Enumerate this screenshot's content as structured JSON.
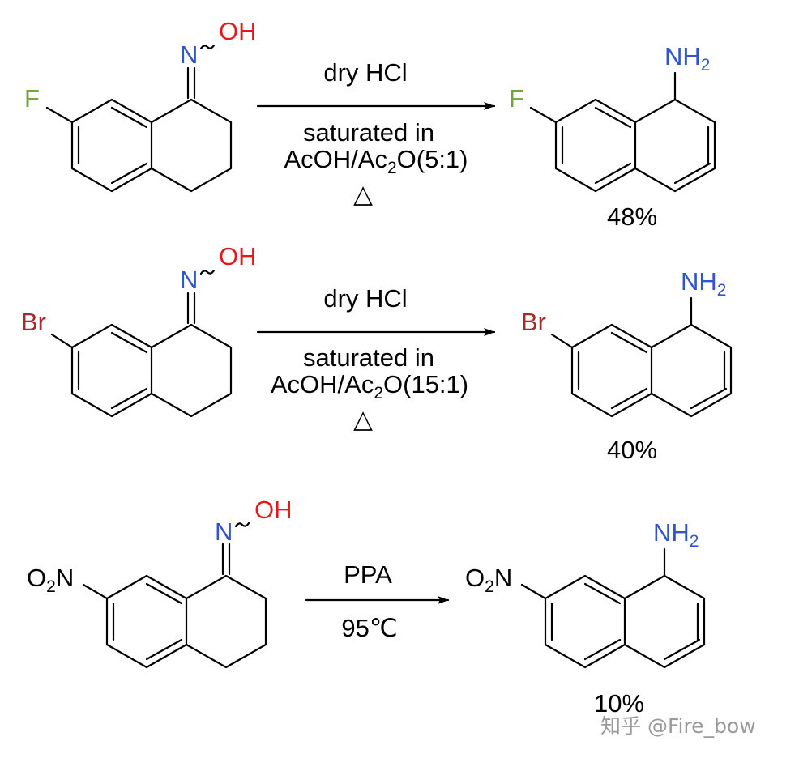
{
  "colors": {
    "fluorine": "#6fa63a",
    "bromine": "#a52a2a",
    "nitrogen": "#3355cc",
    "oxygen": "#e31a1c",
    "bond": "#000000",
    "watermark": "#9a9a9a"
  },
  "reactions": [
    {
      "substituent": "F",
      "reagents_above": "dry HCl",
      "reagents_below_line1": "saturated in",
      "reagents_below_line2_pre": "AcOH/Ac",
      "reagents_below_line2_sub": "2",
      "reagents_below_line2_post": "O(5:1)",
      "heat": "△",
      "yield": "48%"
    },
    {
      "substituent": "Br",
      "reagents_above": "dry HCl",
      "reagents_below_line1": "saturated in",
      "reagents_below_line2_pre": "AcOH/Ac",
      "reagents_below_line2_sub": "2",
      "reagents_below_line2_post": "O(15:1)",
      "heat": "△",
      "yield": "40%"
    },
    {
      "substituent_main": "O",
      "substituent_sub": "2",
      "substituent_end": "N",
      "reagents_above": "PPA",
      "reagents_below": "95℃",
      "yield": "10%"
    }
  ],
  "oxime": {
    "n": "N",
    "oh": "OH"
  },
  "amine": {
    "main": "NH",
    "sub": "2"
  },
  "watermark": "知乎 @Fire_bow"
}
